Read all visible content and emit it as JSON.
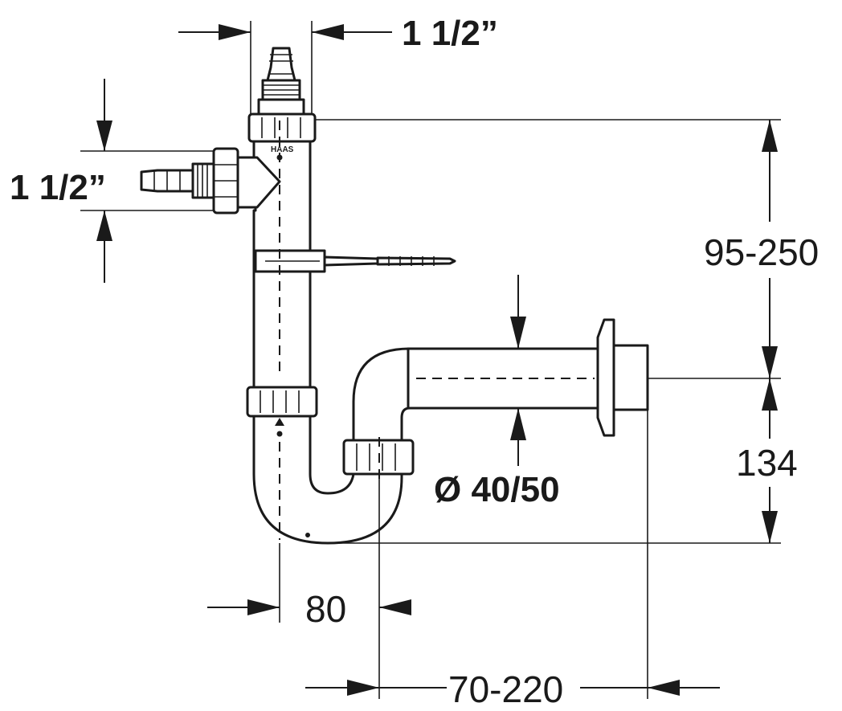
{
  "dimensions": {
    "top_inlet": "1 1/2”",
    "side_inlet": "1 1/2”",
    "height_adjust": "95-250",
    "outlet_height": "134",
    "pipe_diameter": "Ø 40/50",
    "trap_offset": "80",
    "wall_distance": "70-220"
  },
  "brand_mark": "HAAS"
}
